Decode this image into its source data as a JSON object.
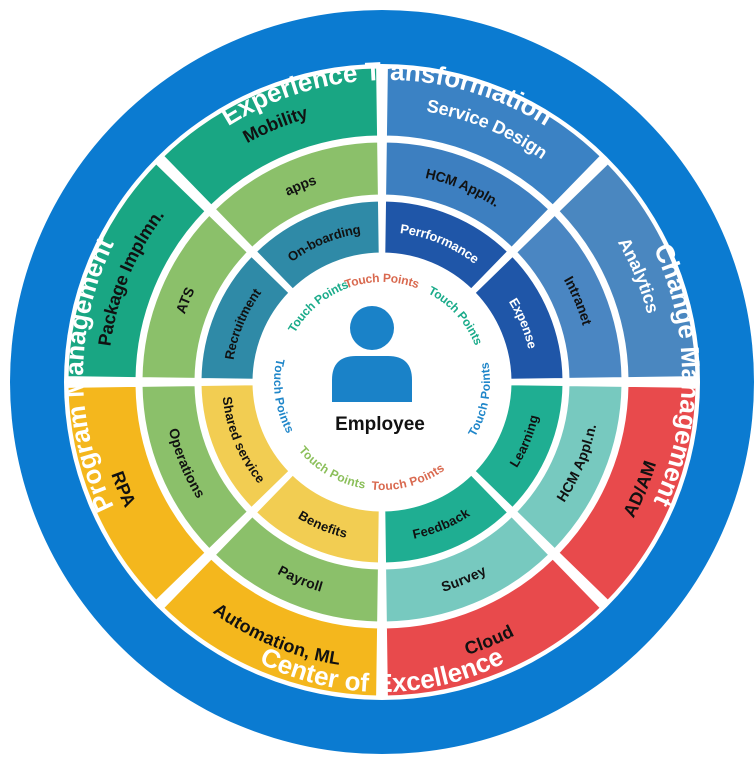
{
  "center": {
    "label": "Employee",
    "icon": "person-icon",
    "color": "#1a82c8"
  },
  "outer_ring": {
    "color": "#0b7bd1",
    "labels": {
      "top": "Experience Transformation",
      "right": "Change Management",
      "bottom": "Center of Excellence",
      "left": "Program Management"
    }
  },
  "touch_points": [
    {
      "text": "Touch Points",
      "color": "#d9694f"
    },
    {
      "text": "Touch Points",
      "color": "#1aab8a"
    },
    {
      "text": "Touch Points",
      "color": "#1f86c9"
    },
    {
      "text": "Touch Points",
      "color": "#d9694f"
    },
    {
      "text": "Touch Points",
      "color": "#8bbf5a"
    },
    {
      "text": "Touch Points",
      "color": "#1f86c9"
    },
    {
      "text": "Touch Points",
      "color": "#1aab8a"
    }
  ],
  "rings": {
    "band3": [
      {
        "text": "Service Design",
        "color": "#3b82c4",
        "text_color": "#ffffff"
      },
      {
        "text": "Analytics",
        "color": "#4a87c0",
        "text_color": "#ffffff"
      },
      {
        "text": "AD/AM",
        "color": "#e84a4c",
        "text_color": "#111111"
      },
      {
        "text": "Cloud",
        "color": "#e84a4c",
        "text_color": "#111111"
      },
      {
        "text": "Automation, ML",
        "color": "#f4b71d",
        "text_color": "#111111"
      },
      {
        "text": "RPA",
        "color": "#f4b71d",
        "text_color": "#111111"
      },
      {
        "text": "Package Implmn.",
        "color": "#19a683",
        "text_color": "#111111"
      },
      {
        "text": "Mobility",
        "color": "#19a683",
        "text_color": "#111111"
      }
    ],
    "band2": [
      {
        "text": "HCM Appln.",
        "color": "#3d7fc0",
        "text_color": "#111111"
      },
      {
        "text": "Intranet",
        "color": "#4a86c2",
        "text_color": "#111111"
      },
      {
        "text": "HCM Appl.n.",
        "color": "#77c9bf",
        "text_color": "#111111"
      },
      {
        "text": "Survey",
        "color": "#77c9bf",
        "text_color": "#111111"
      },
      {
        "text": "Payroll",
        "color": "#8bc06a",
        "text_color": "#111111"
      },
      {
        "text": "Operations",
        "color": "#8bc06a",
        "text_color": "#111111"
      },
      {
        "text": "ATS",
        "color": "#8bc06a",
        "text_color": "#111111"
      },
      {
        "text": "apps",
        "color": "#8bc06a",
        "text_color": "#111111"
      }
    ],
    "band1": [
      {
        "text": "Perrformance",
        "color": "#1f56a8",
        "text_color": "#ffffff"
      },
      {
        "text": "Expense",
        "color": "#1f56a8",
        "text_color": "#ffffff"
      },
      {
        "text": "Learning",
        "color": "#1fae92",
        "text_color": "#111111"
      },
      {
        "text": "Feedback",
        "color": "#1fae92",
        "text_color": "#111111"
      },
      {
        "text": "Benefits",
        "color": "#f2cd52",
        "text_color": "#111111"
      },
      {
        "text": "Shared service",
        "color": "#f2cd52",
        "text_color": "#111111"
      },
      {
        "text": "Recruitment",
        "color": "#2f8aa7",
        "text_color": "#111111"
      },
      {
        "text": "On-boarding",
        "color": "#2f8aa7",
        "text_color": "#111111"
      }
    ]
  }
}
